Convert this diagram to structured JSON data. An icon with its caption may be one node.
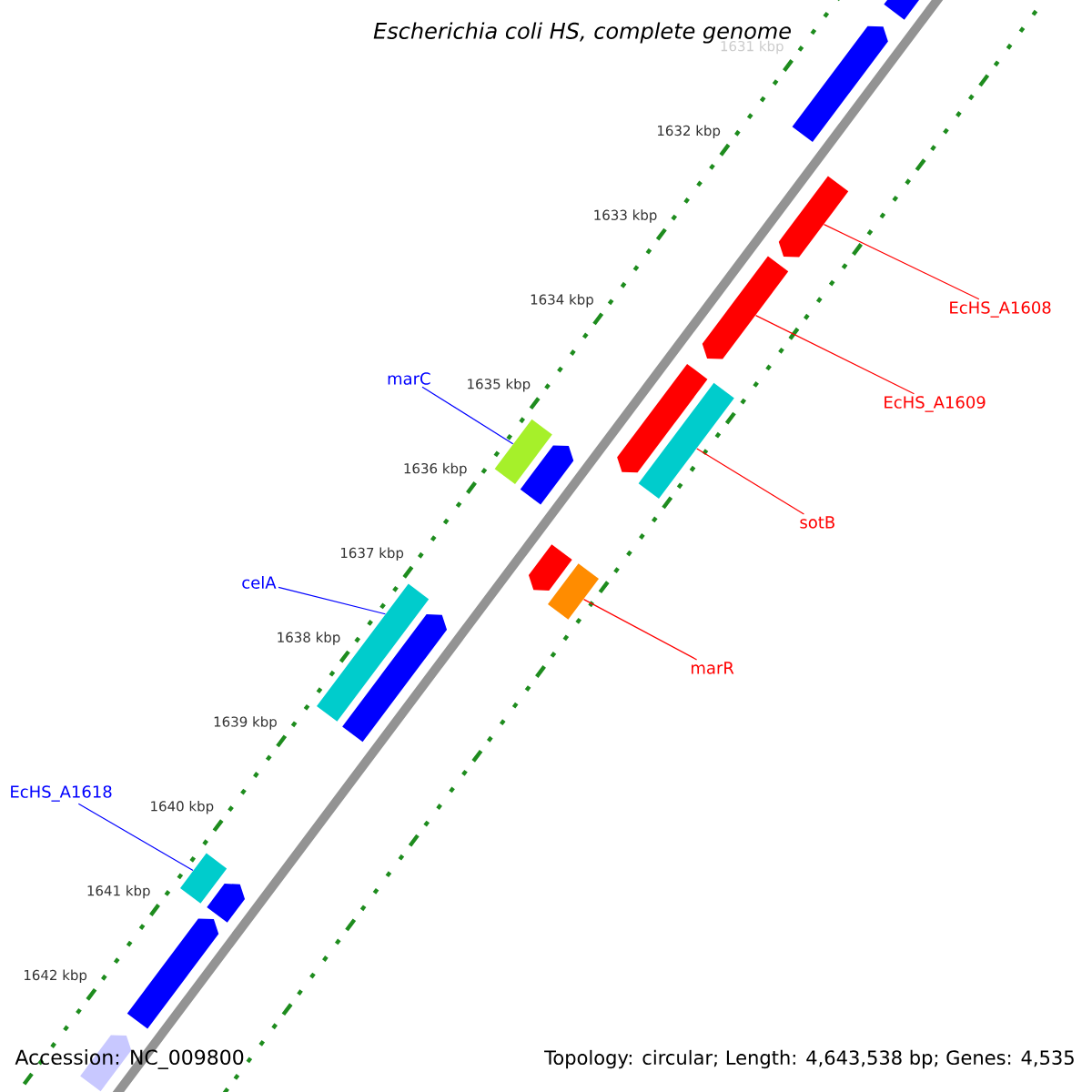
{
  "diagram": {
    "title": "Escherichia coli HS, complete genome",
    "nodes": [
      {
        "text": [],
        "shape": "arrow"
      },
      {
        "text": [],
        "shape": "arrow"
      },
      {
        "text": [],
        "shape": "arrow"
      },
      {
        "text": [
          "EcHS_A1608"
        ]
      },
      {
        "text": [],
        "shape": "arrow"
      },
      {
        "text": [
          "EcHS_A1609"
        ]
      },
      {
        "text": [
          "marC"
        ]
      },
      {
        "text": [],
        "shape": "arrow"
      },
      {
        "text": [],
        "shape": "bar"
      },
      {
        "text": [
          "sotB"
        ]
      },
      {
        "text": [],
        "shape": "bar"
      },
      {
        "text": [],
        "shape": "arrow"
      },
      {
        "text": [],
        "shape": "arrow"
      },
      {
        "text": [],
        "shape": "bar"
      },
      {
        "text": [
          "marR"
        ]
      },
      {
        "text": [
          "celA"
        ]
      },
      {
        "text": [],
        "shape": "bar"
      },
      {
        "text": [],
        "shape": "arrow"
      },
      {
        "text": [
          "EcHS_A1618"
        ]
      },
      {
        "text": [],
        "shape": "bar"
      },
      {
        "text": [],
        "shape": "arrow"
      },
      {
        "text": [],
        "shape": "arrow"
      },
      {
        "text": [],
        "shape": "arrow"
      }
    ],
    "edges": [
      {
        "from": 3,
        "to": 2,
        "arrow": "none",
        "color": "#ff0000"
      },
      {
        "from": 5,
        "to": 4,
        "arrow": "none",
        "color": "#ff0000"
      },
      {
        "from": 9,
        "to": 8,
        "arrow": "none",
        "color": "#ff0000"
      },
      {
        "from": 6,
        "to": 10,
        "arrow": "none",
        "color": "#0000ff"
      },
      {
        "from": 14,
        "to": 13,
        "arrow": "none",
        "color": "#ff0000"
      },
      {
        "from": 15,
        "to": 16,
        "arrow": "none",
        "color": "#0000ff"
      },
      {
        "from": 18,
        "to": 19,
        "arrow": "none",
        "color": "#0000ff"
      }
    ],
    "labels": [
      "1631 kbp",
      "1632 kbp",
      "1633 kbp",
      "1634 kbp",
      "1635 kbp",
      "1636 kbp",
      "1637 kbp",
      "1638 kbp",
      "1639 kbp",
      "1640 kbp",
      "1641 kbp",
      "1642 kbp",
      "Accession: NC_009800",
      "Topology: circular; Length: 4,643,538 bp; Genes: 4,535"
    ]
  }
}
